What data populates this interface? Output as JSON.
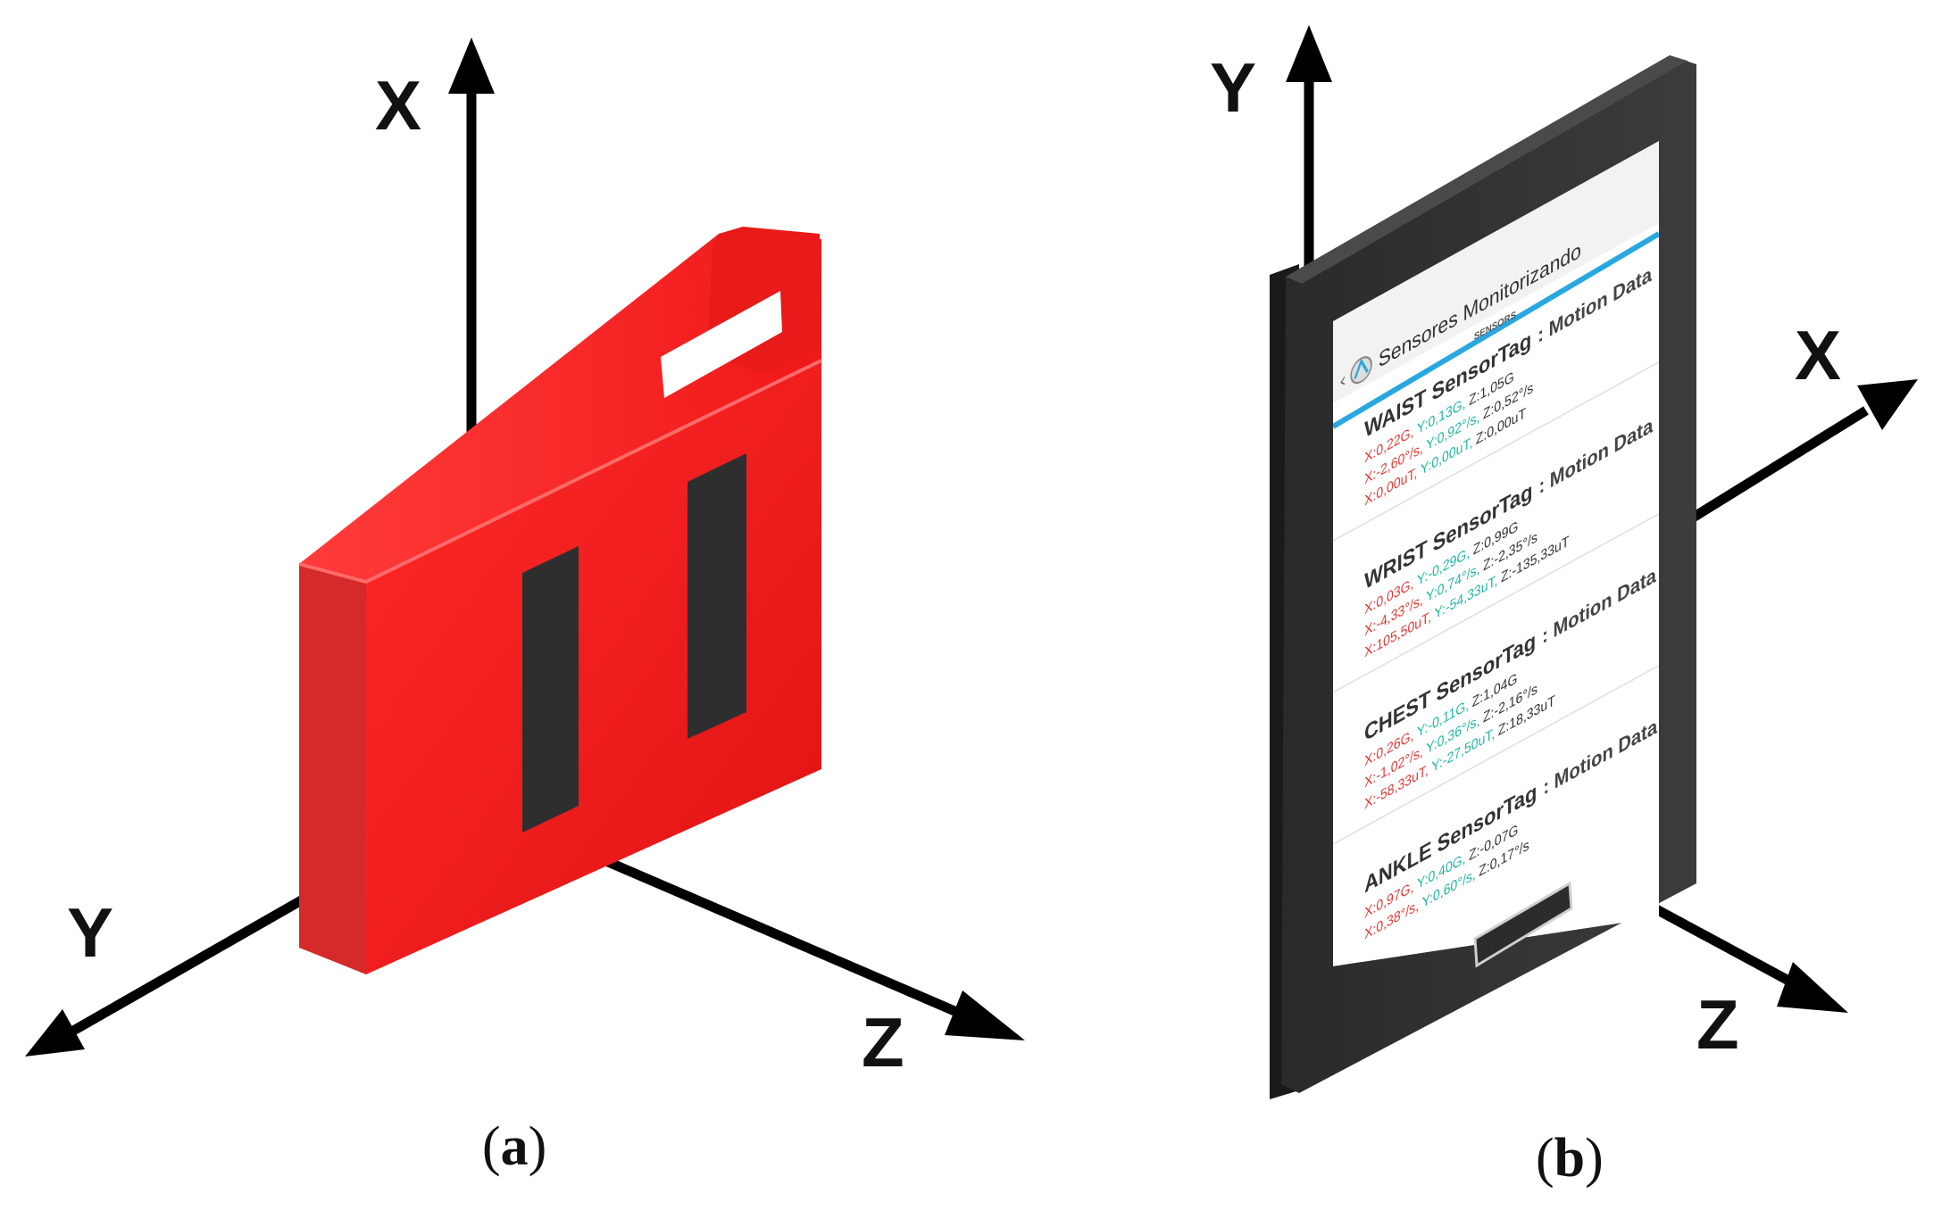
{
  "panel_a": {
    "label_open": "(",
    "label_letter": "a",
    "label_close": ")",
    "axis_x": "X",
    "axis_y": "Y",
    "axis_z": "Z",
    "device_color": "#ee1a1a"
  },
  "panel_b": {
    "label_open": "(",
    "label_letter": "b",
    "label_close": ")",
    "axis_x": "X",
    "axis_y": "Y",
    "axis_z": "Z",
    "accent_color": "#29a8e0",
    "phone": {
      "title": "Sensores Monitorizando",
      "tab": "SENSORS",
      "sensors": [
        {
          "name": "WAIST SensorTag",
          "suffix": ": Motion Data",
          "rows": [
            {
              "x": "X:0,22G,",
              "y": "Y:0,13G,",
              "z": "Z:1,05G"
            },
            {
              "x": "X:-2,60°/s,",
              "y": "Y:0,92°/s,",
              "z": "Z:0,52°/s"
            },
            {
              "x": "X:0,00uT,",
              "y": "Y:0,00uT,",
              "z": "Z:0,00uT"
            }
          ]
        },
        {
          "name": "WRIST SensorTag",
          "suffix": ": Motion Data",
          "rows": [
            {
              "x": "X:0,03G,",
              "y": "Y:-0,29G,",
              "z": "Z:0,99G"
            },
            {
              "x": "X:-4,33°/s,",
              "y": "Y:0,74°/s,",
              "z": "Z:-2,35°/s"
            },
            {
              "x": "X:105,50uT,",
              "y": "Y:-54,33uT,",
              "z": "Z:-135,33uT"
            }
          ]
        },
        {
          "name": "CHEST SensorTag",
          "suffix": ": Motion Data",
          "rows": [
            {
              "x": "X:0,26G,",
              "y": "Y:-0,11G,",
              "z": "Z:1,04G"
            },
            {
              "x": "X:-1,02°/s,",
              "y": "Y:0,36°/s,",
              "z": "Z:-2,16°/s"
            },
            {
              "x": "X:-58,33uT,",
              "y": "Y:-27,50uT,",
              "z": "Z:18,33uT"
            }
          ]
        },
        {
          "name": "ANKLE SensorTag",
          "suffix": ": Motion Data",
          "rows": [
            {
              "x": "X:0,97G,",
              "y": "Y:0,40G,",
              "z": "Z:-0,07G"
            },
            {
              "x": "X:0,38°/s,",
              "y": "Y:0,60°/s,",
              "z": "Z:0,17°/s"
            }
          ]
        }
      ]
    }
  }
}
